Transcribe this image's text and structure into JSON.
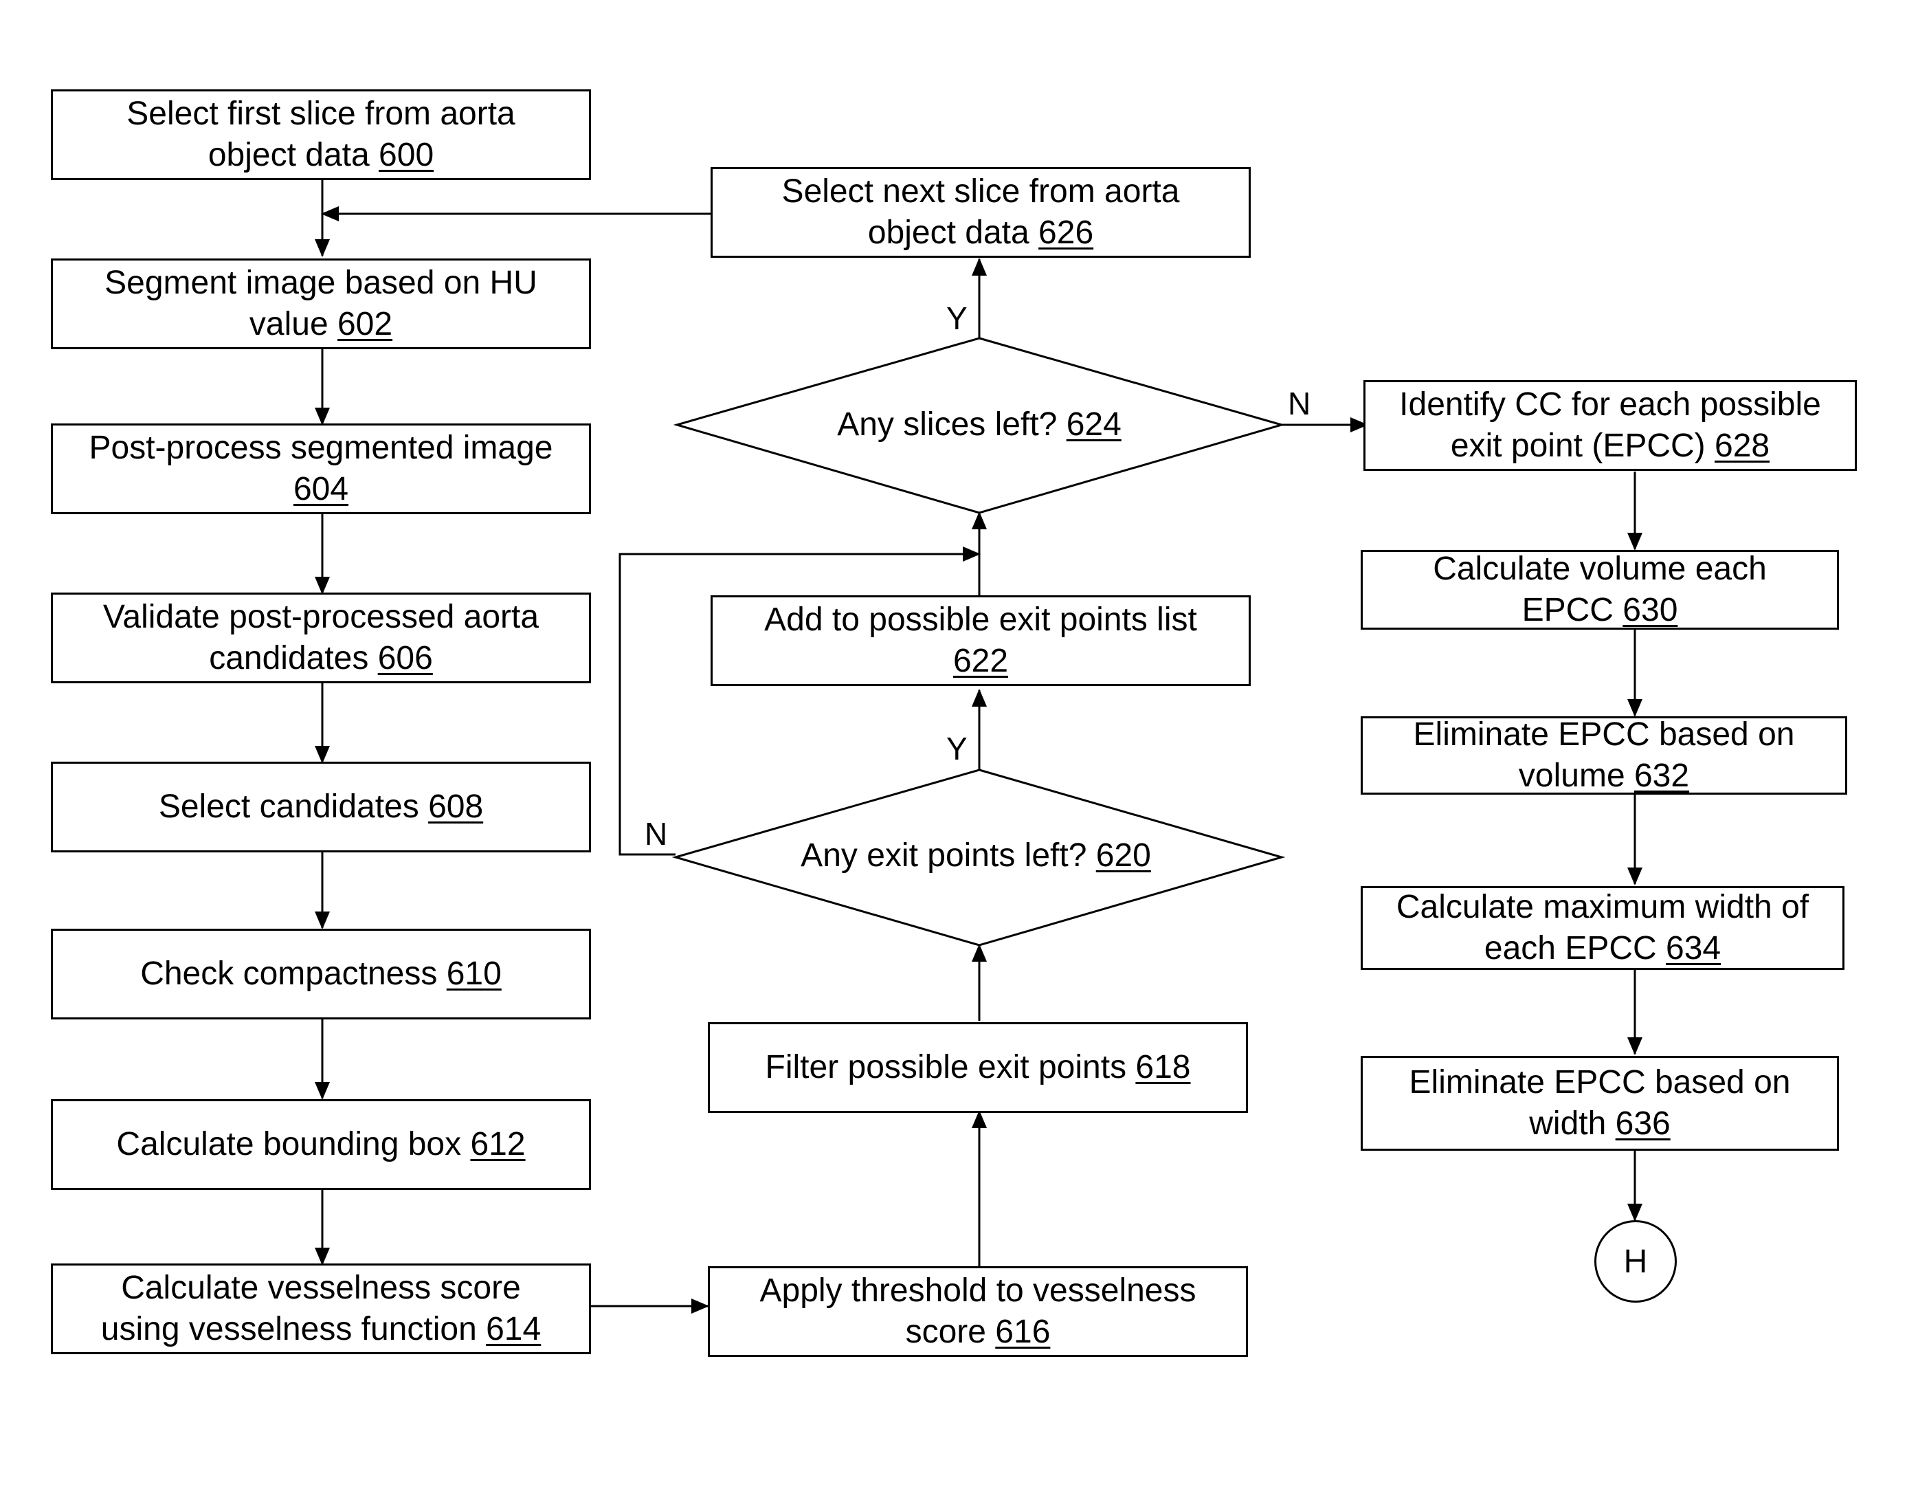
{
  "nodes": {
    "n600": {
      "text": "Select first slice from aorta\nobject data ",
      "ref": "600"
    },
    "n602": {
      "text": "Segment image based on HU\nvalue ",
      "ref": "602"
    },
    "n604": {
      "text": "Post-process segmented image\n",
      "ref": "604"
    },
    "n606": {
      "text": "Validate post-processed aorta\ncandidates ",
      "ref": "606"
    },
    "n608": {
      "text": "Select candidates ",
      "ref": "608"
    },
    "n610": {
      "text": "Check compactness ",
      "ref": "610"
    },
    "n612": {
      "text": "Calculate bounding box ",
      "ref": "612"
    },
    "n614": {
      "text": "Calculate vesselness score\nusing vesselness function ",
      "ref": "614"
    },
    "n616": {
      "text": "Apply threshold to vesselness\nscore ",
      "ref": "616"
    },
    "n618": {
      "text": "Filter possible exit points ",
      "ref": "618"
    },
    "n620": {
      "text": "Any exit points left? ",
      "ref": "620"
    },
    "n622": {
      "text": "Add to possible exit points list\n",
      "ref": "622"
    },
    "n624": {
      "text": "Any slices left? ",
      "ref": "624"
    },
    "n626": {
      "text": "Select next slice from aorta\nobject data ",
      "ref": "626"
    },
    "n628": {
      "text": "Identify CC for each possible\nexit point (EPCC) ",
      "ref": "628"
    },
    "n630": {
      "text": "Calculate volume each\nEPCC ",
      "ref": "630"
    },
    "n632": {
      "text": "Eliminate EPCC based on\nvolume ",
      "ref": "632"
    },
    "n634": {
      "text": "Calculate maximum width of\neach EPCC ",
      "ref": "634"
    },
    "n636": {
      "text": "Eliminate EPCC based on\nwidth ",
      "ref": "636"
    }
  },
  "edge_labels": {
    "y620": "Y",
    "n620": "N",
    "y624": "Y",
    "n624": "N"
  },
  "terminal": {
    "label": "H"
  }
}
